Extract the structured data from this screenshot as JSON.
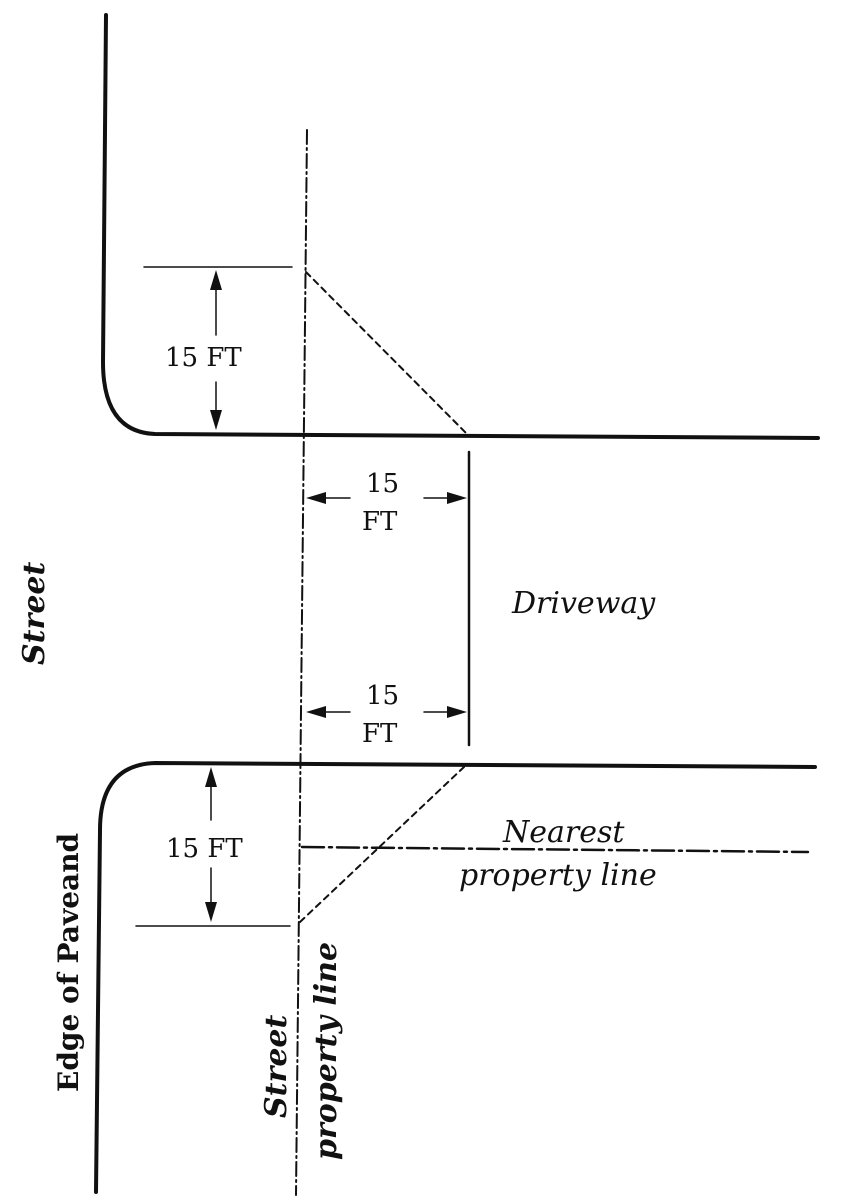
{
  "labels": {
    "street": "Street",
    "edge_of_pavement": "Edge of Paveand",
    "street_property_line_1": "Street",
    "street_property_line_2": "property line",
    "driveway": "Driveway",
    "nearest_1": "Nearest",
    "nearest_2": "property line"
  },
  "dimensions": {
    "upper_vertical": "15 FT",
    "upper_horizontal_1": "15",
    "upper_horizontal_2": "FT",
    "lower_horizontal_1": "15",
    "lower_horizontal_2": "FT",
    "lower_vertical": "15 FT"
  }
}
